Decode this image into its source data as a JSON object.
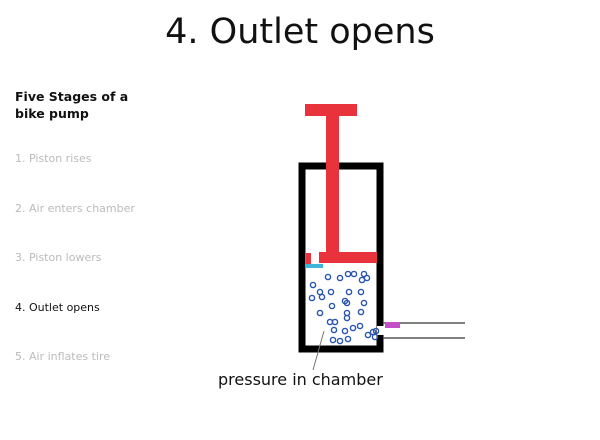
{
  "title": "4. Outlet opens",
  "sidebar": {
    "heading": "Five Stages of a bike pump",
    "stages": [
      {
        "label": "1. Piston rises",
        "active": false
      },
      {
        "label": "2. Air enters chamber",
        "active": false
      },
      {
        "label": "3. Piston lowers",
        "active": false
      },
      {
        "label": "4. Outlet opens",
        "active": true
      },
      {
        "label": "5. Air inflates tire",
        "active": false
      }
    ]
  },
  "diagram": {
    "label": "pressure in chamber",
    "colors": {
      "handle": "#e8323c",
      "chamber": "#000000",
      "air": "#2a56b0",
      "valve_in": "#3bb6d8",
      "valve_out": "#c44fc8",
      "tube": "#555555"
    }
  }
}
